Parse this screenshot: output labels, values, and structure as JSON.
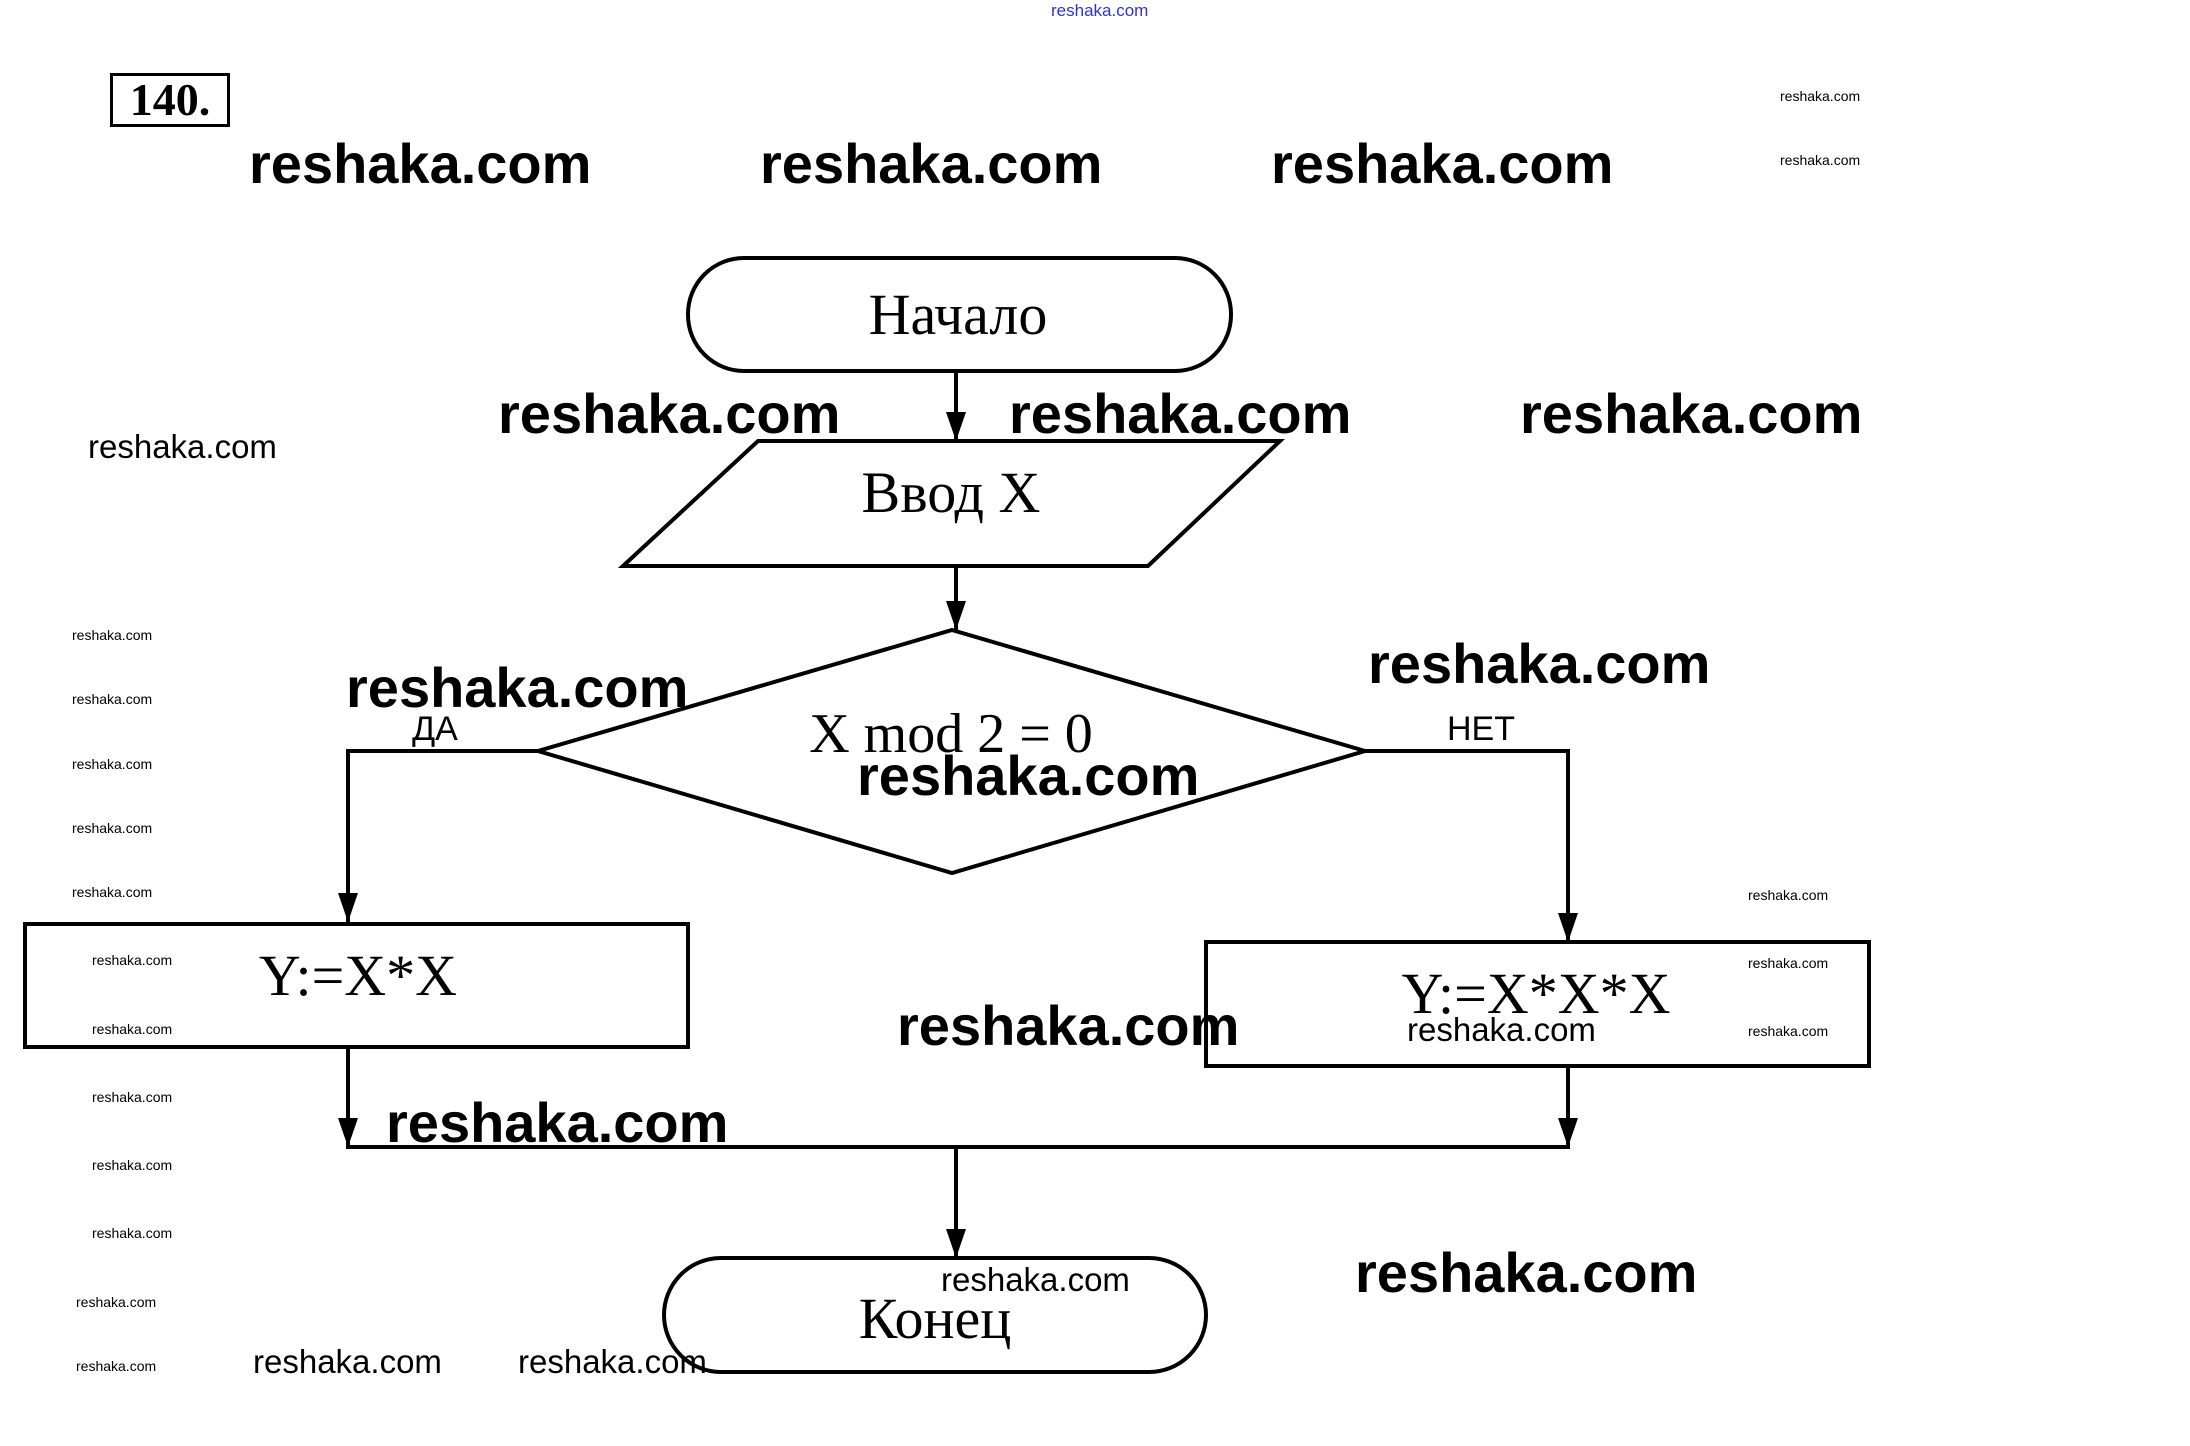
{
  "problem": {
    "number": "140."
  },
  "flowchart": {
    "start": "Начало",
    "input": "Ввод X",
    "condition": "X mod 2 = 0",
    "yes_label": "ДА",
    "no_label": "НЕТ",
    "yes_action": "Y:=X*X",
    "no_action": "Y:=X*X*X",
    "end": "Конец"
  },
  "watermark": {
    "text": "reshaka.com",
    "top_link": "reshaka.com",
    "top_link_color": "#3333cc"
  }
}
